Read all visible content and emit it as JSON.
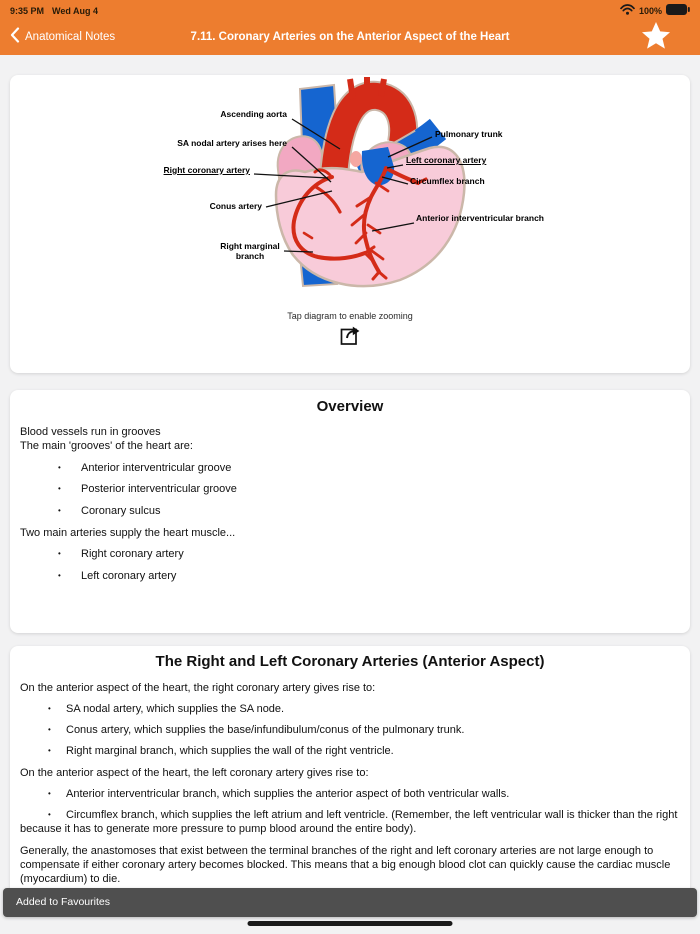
{
  "ui": {
    "bullet": "•"
  },
  "status_bar": {
    "time": "9:35 PM",
    "date": "Wed Aug 4",
    "battery_percent": "100%"
  },
  "nav_bar": {
    "back_label": "Anatomical Notes",
    "title": "7.11. Coronary Arteries on the Anterior Aspect of the Heart"
  },
  "colors": {
    "header_orange": "#ED7D2F",
    "artery_red": "#D42B18",
    "vein_blue": "#1565D0",
    "ventricle_pink": "#F8CBD9",
    "atrium_pink": "#F2A8C2",
    "toast_gray": "#4F4F4F"
  },
  "diagram": {
    "caption": "Tap diagram to enable zooming",
    "labels": {
      "ascending_aorta": "Ascending aorta",
      "sa_nodal": "SA nodal artery arises here",
      "right_coronary": "Right coronary artery",
      "conus": "Conus artery",
      "right_marginal": "Right marginal branch",
      "pulmonary_trunk": "Pulmonary trunk",
      "left_coronary": "Left coronary artery",
      "circumflex": "Circumflex branch",
      "anterior_interventricular": "Anterior interventricular branch"
    }
  },
  "overview_card": {
    "title": "Overview",
    "line1": "Blood vessels run in grooves",
    "line2": "The main 'grooves' of the heart are:",
    "bullets1": [
      "Anterior interventricular groove",
      "Posterior interventricular groove",
      "Coronary sulcus"
    ],
    "para3": "Two main arteries supply the heart muscle...",
    "bullets2": [
      "Right coronary artery",
      "Left coronary artery"
    ]
  },
  "arteries_card": {
    "title": "The Right and Left Coronary Arteries (Anterior Aspect)",
    "para1": "On the anterior aspect of the heart, the right coronary artery gives rise to:",
    "bullets1": [
      "SA nodal artery, which supplies the SA node.",
      "Conus artery, which supplies the base/infundibulum/conus of the pulmonary trunk.",
      "Right marginal branch, which supplies the wall of the right ventricle."
    ],
    "para2": "On the anterior aspect of the heart, the left coronary artery gives rise to:",
    "bullets2": [
      "Anterior interventricular branch, which supplies the anterior aspect of both ventricular walls.",
      "Circumflex branch, which supplies the left atrium and left ventricle. (Remember, the left ventricular wall is thicker than the right because it has to generate more pressure to pump blood around the entire body)."
    ],
    "para3": "Generally, the anastomoses that exist between the terminal branches of the right and left coronary arteries are not large enough to compensate if either coronary artery becomes blocked. This means that a big enough blood clot can quickly cause the cardiac muscle (myocardium) to die."
  },
  "toast": {
    "message": "Added to Favourites"
  }
}
